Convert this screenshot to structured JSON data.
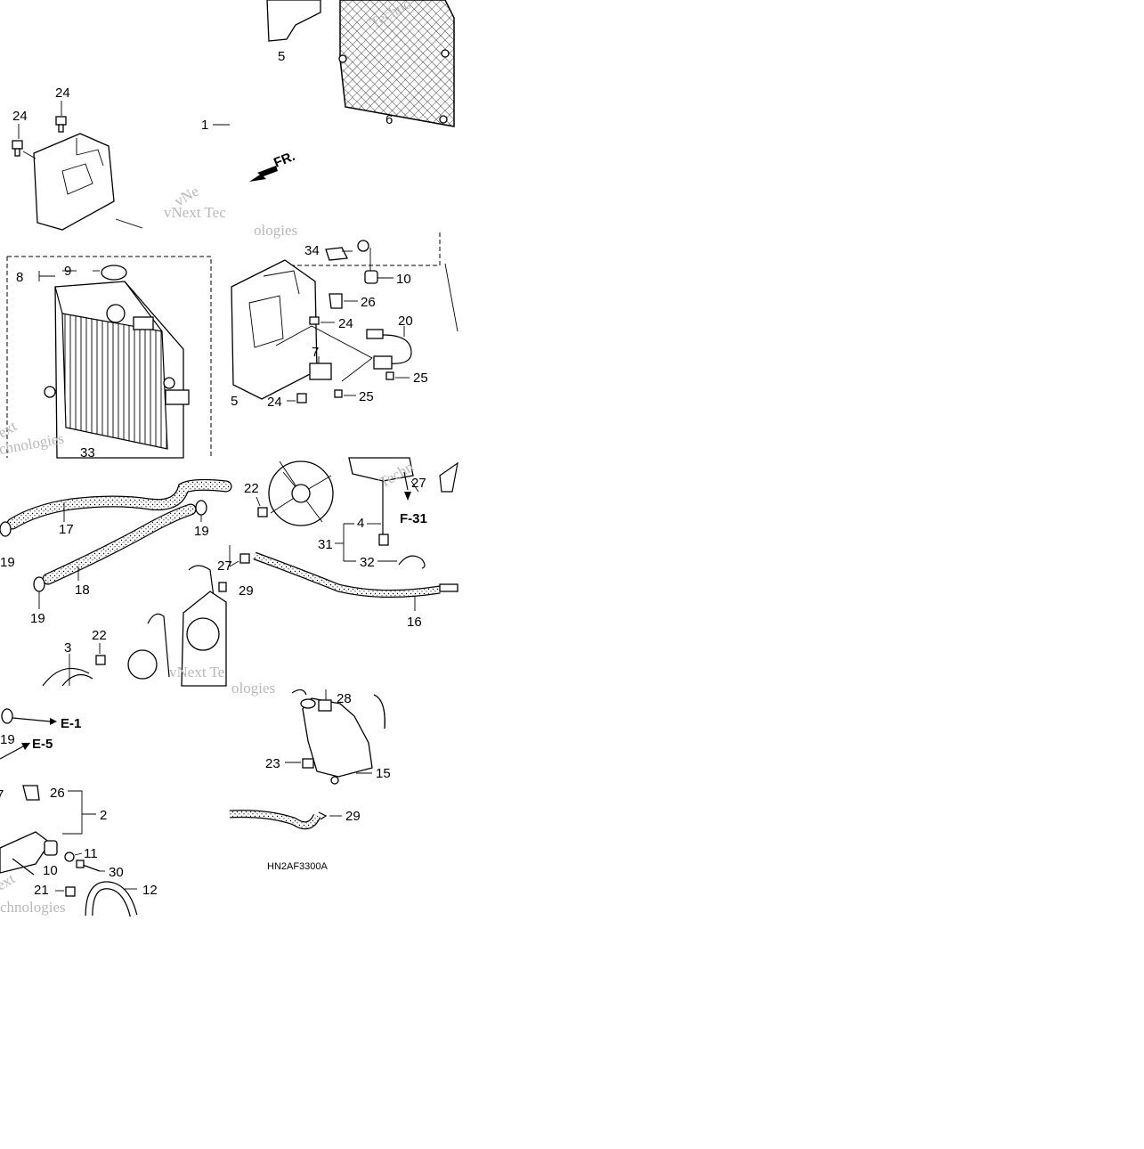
{
  "drawing_code": "HN2AF3300A",
  "front_marker": "FR.",
  "watermark_fragments": [
    "vNext Tec",
    "ologies",
    "Techno",
    "vNext Te",
    "ologies",
    "ext",
    "chnologies",
    "ext",
    "chnologies",
    "Techn"
  ],
  "panel1_labels": [
    "5",
    "6",
    "24",
    "24",
    "1"
  ],
  "panel2_labels": [
    "9",
    "8",
    "33",
    "34",
    "10",
    "26",
    "24",
    "20",
    "7",
    "25",
    "25",
    "5",
    "24"
  ],
  "panel3_labels": [
    "17",
    "19",
    "19",
    "18",
    "19",
    "27",
    "29",
    "22",
    "3",
    "22",
    "27",
    "4",
    "31",
    "32",
    "16"
  ],
  "panel3_refs": [
    "F-31"
  ],
  "panel4_labels": [
    "19",
    "26",
    "2",
    "7",
    "11",
    "10",
    "30",
    "21",
    "12",
    "28",
    "23",
    "15",
    "29"
  ],
  "panel4_refs": [
    "E-1",
    "E-5"
  ]
}
